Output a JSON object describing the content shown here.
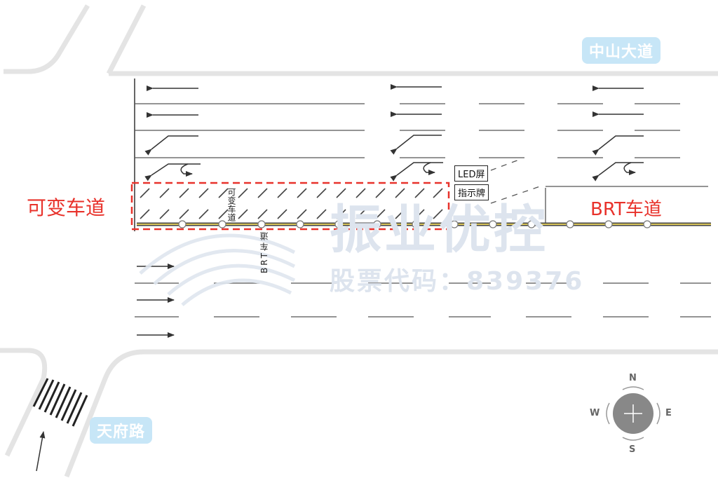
{
  "roads": {
    "north_road": "中山大道",
    "south_road": "天府路"
  },
  "labels": {
    "variable_lane": "可变车道",
    "brt_lane": "BRT车道",
    "variable_lane_marking": "可变车道",
    "brt_lane_marking": "BRT车道",
    "led_screen": "LED屏",
    "sign_board": "指示牌"
  },
  "watermark": {
    "company": "振业优控",
    "stock_code": "股票代码：839376"
  },
  "compass": {
    "n": "N",
    "s": "S",
    "e": "E",
    "w": "W"
  },
  "colors": {
    "red_dash": "#e8322b",
    "road_label_bg": "#c7e6f7",
    "brt_line": "#d8c45a"
  }
}
